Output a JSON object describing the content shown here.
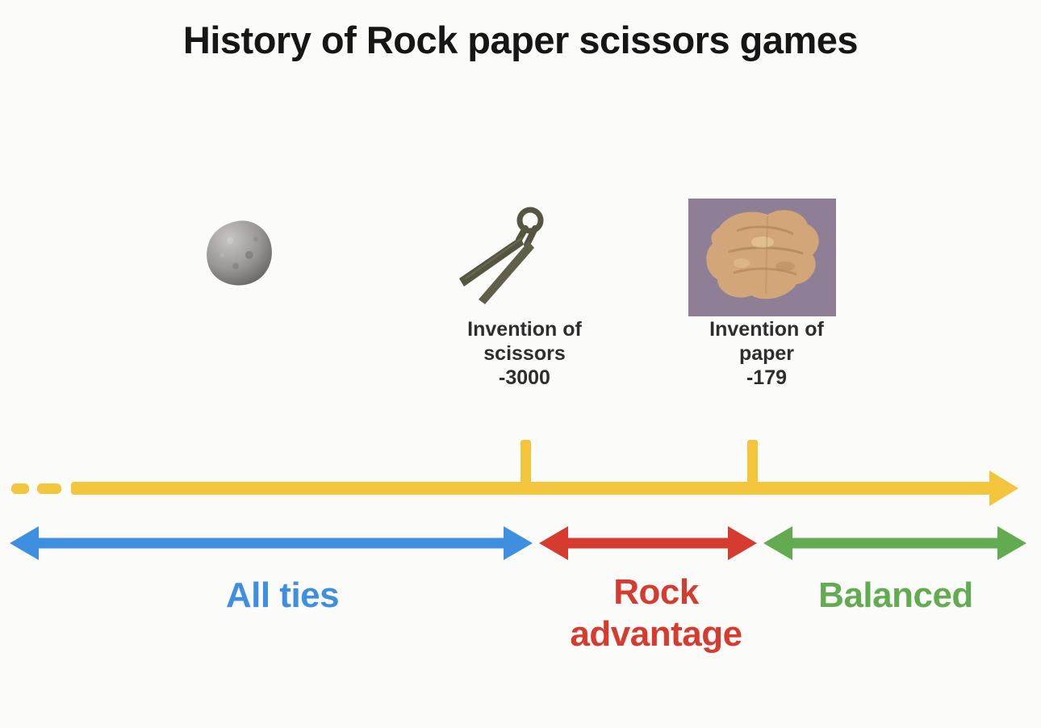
{
  "title": "History of Rock paper scissors games",
  "events": {
    "scissors": {
      "line1": "Invention of",
      "line2": "scissors",
      "year": "-3000"
    },
    "paper": {
      "line1": "Invention of",
      "line2": "paper",
      "year": "-179"
    }
  },
  "segments": {
    "all_ties": {
      "label": "All ties"
    },
    "rock_advantage": {
      "label": "Rock advantage"
    },
    "balanced": {
      "label": "Balanced"
    }
  },
  "images": {
    "rock": "grey rock photo",
    "scissors": "antique bronze spring scissors photo",
    "paper": "papyrus paper fragment on purple background"
  },
  "colors": {
    "timeline-yellow": "#F2C53D",
    "ties-blue": "#3F8FE0",
    "advantage-red": "#D63B30",
    "balanced-green": "#63AB51",
    "title-text": "#161616",
    "event-text": "#2E2E2E"
  }
}
